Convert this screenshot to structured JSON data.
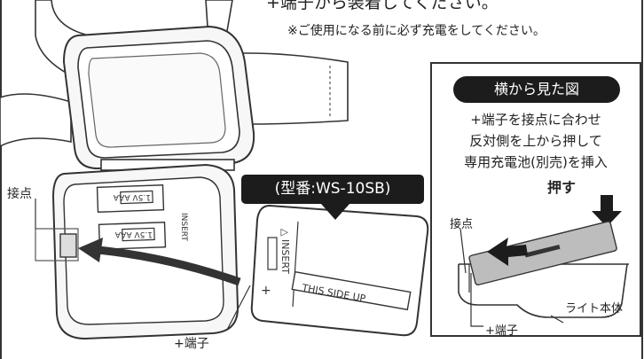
{
  "header": {
    "top_line": "+端子から装着してください。",
    "notice": "※ご使用になる前に必ず充電をしてください。"
  },
  "labels": {
    "contact_left": "接点",
    "terminal_bottom": "+端子",
    "model": "(型番:WS-10SB)"
  },
  "battery": {
    "insert_text": "△ INSERT",
    "side_text": "THIS SIDE UP",
    "slot_text_1": "1.5V AAA",
    "slot_text_2": "1.5V AAA",
    "insert_slot_text": "INSERT"
  },
  "side_view": {
    "title": "横から見た図",
    "line1": "+端子を接点に合わせ",
    "line2": "反対側を上から押して",
    "line3": "専用充電池(別売)を挿入",
    "push": "押す",
    "contact": "接点",
    "terminal": "+端子",
    "body": "ライト本体"
  },
  "colors": {
    "ink": "#222222",
    "dark_fill": "#1c1c1c",
    "line_gray": "#999999"
  }
}
